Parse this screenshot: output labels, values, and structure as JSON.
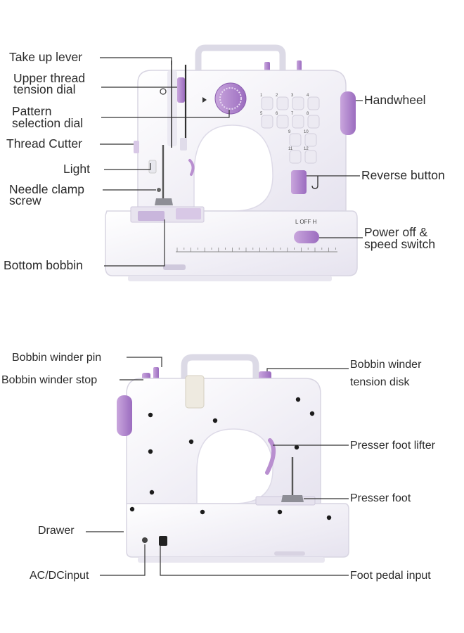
{
  "diagrams": {
    "front_view": {
      "labels": {
        "take_up_lever": "Take up lever",
        "upper_thread_tension_dial": [
          "Upper thread",
          "tension dial"
        ],
        "pattern_selection_dial": [
          "Pattern",
          "selection dial"
        ],
        "thread_cutter": "Thread Cutter",
        "light": "Light",
        "needle_clamp_screw": [
          "Needle clamp",
          "screw"
        ],
        "bottom_bobbin": "Bottom bobbin",
        "handwheel": "Handwheel",
        "reverse_button": "Reverse button",
        "power_off_speed_switch": [
          "Power off &",
          "speed switch"
        ]
      },
      "switch_markings": "L  OFF  H",
      "stitch_numbers": [
        "1",
        "2",
        "3",
        "4",
        "5",
        "6",
        "7",
        "8",
        "9",
        "10",
        "11",
        "12"
      ]
    },
    "back_view": {
      "labels": {
        "bobbin_winder_pin": "Bobbin winder pin",
        "bobbin_winder_stop": "Bobbin winder stop",
        "drawer": "Drawer",
        "ac_dc_input": "AC/DCinput",
        "bobbin_winder_tension_disk": [
          "Bobbin winder",
          "tension disk"
        ],
        "presser_foot_lifter": "Presser foot lifter",
        "presser_foot": "Presser foot",
        "foot_pedal_input": "Foot pedal input"
      }
    }
  },
  "colors": {
    "body": "#f4f3f8",
    "body_shade": "#dedbe8",
    "accent_purple": "#b98fd0",
    "accent_dark": "#8c5fb0",
    "leader_line": "#333333"
  }
}
